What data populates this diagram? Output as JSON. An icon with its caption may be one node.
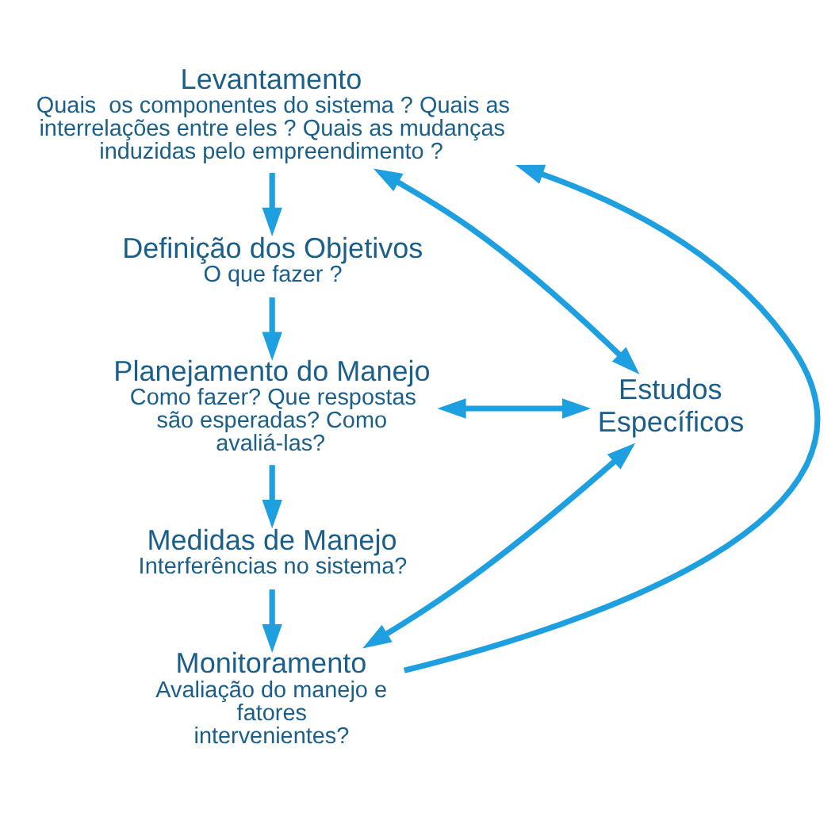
{
  "diagram": {
    "nodes": [
      {
        "text": [
          "Levantamento",
          "Quais  os componentes do sistema ? Quais as interrelações entre eles ? Quais as mudanças induzidas pelo empreendimento ?"
        ]
      },
      {
        "text": [
          "Definição dos Objetivos",
          "O que fazer ?"
        ]
      },
      {
        "text": [
          "Planejamento do Manejo",
          "Como fazer? Que respostas são esperadas? Como avaliá-las?"
        ]
      },
      {
        "text": [
          "Medidas de Manejo",
          "Interferências no sistema?"
        ]
      },
      {
        "text": [
          "Monitoramento",
          "Avaliação do manejo e fatores intervenientes?"
        ]
      },
      {
        "text": [
          "Estudos Específicos"
        ]
      }
    ],
    "edges": [
      {
        "from": 0,
        "to": 1,
        "arrow": "to"
      },
      {
        "from": 1,
        "to": 2,
        "arrow": "to"
      },
      {
        "from": 2,
        "to": 3,
        "arrow": "to"
      },
      {
        "from": 3,
        "to": 4,
        "arrow": "to"
      },
      {
        "from": 4,
        "to": 0,
        "arrow": "to"
      },
      {
        "from": 5,
        "to": 0,
        "arrow": "both"
      },
      {
        "from": 2,
        "to": 5,
        "arrow": "both"
      },
      {
        "from": 5,
        "to": 4,
        "arrow": "both"
      }
    ]
  }
}
